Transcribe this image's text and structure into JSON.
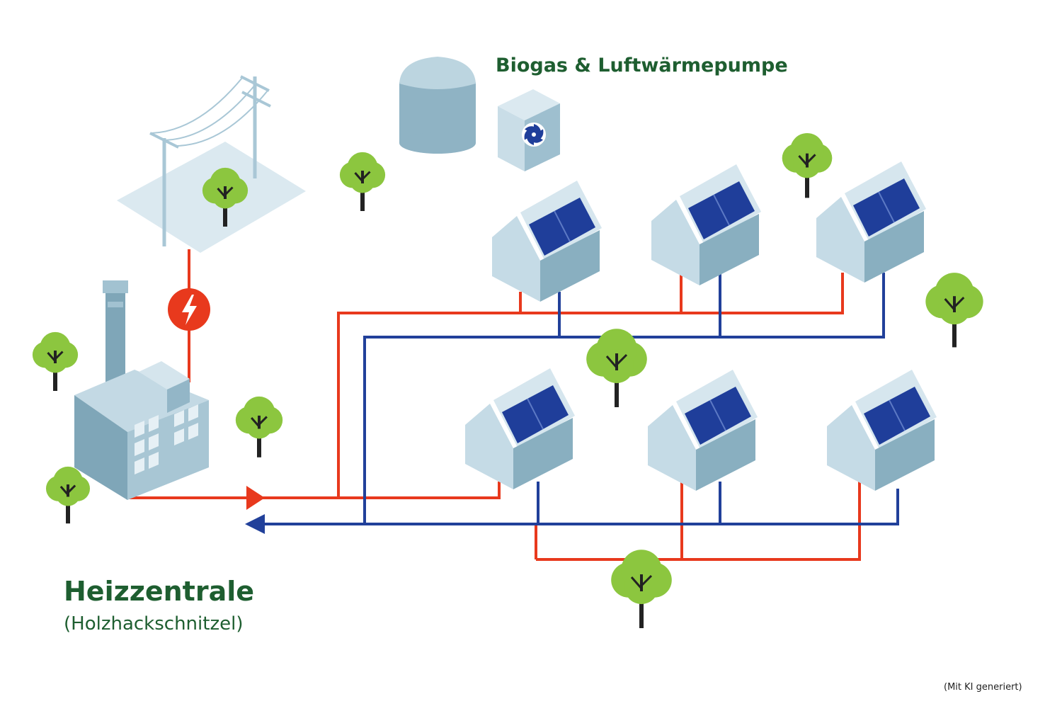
{
  "labels": {
    "biogas_heatpump": "Biogas & Luftwärmepumpe",
    "central_title": "Heizzentrale",
    "central_subtitle": "(Holzhackschnitzel)",
    "note": "(Mit KI generiert)"
  },
  "colors": {
    "supply_pipe": "#e8391d",
    "return_pipe": "#21409a",
    "green_dark": "#1e5e30",
    "tree_green": "#8cc63f",
    "building_light": "#c5dbe6",
    "building_mid": "#a6c4d2",
    "building_dark": "#89afc0",
    "solar_panel": "#1f3e9a"
  },
  "icons": {
    "power_node": "lightning-icon",
    "heat_pump": "fan-icon"
  }
}
